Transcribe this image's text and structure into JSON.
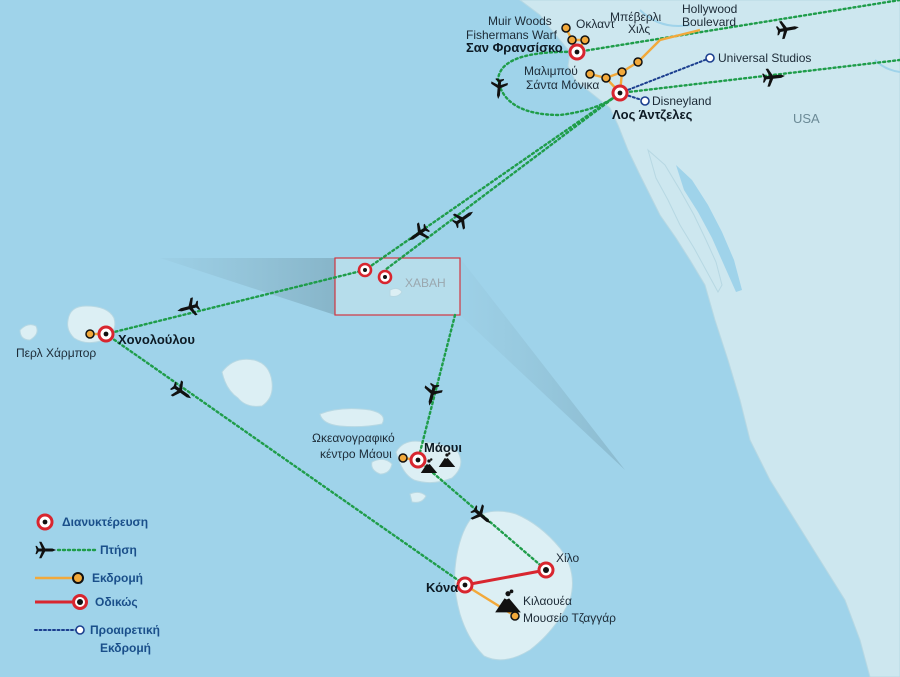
{
  "colors": {
    "sea": "#9fd3ea",
    "land": "#cde7ef",
    "island": "#dceff4",
    "flight": "#1f9d4a",
    "excursion": "#f2a93b",
    "road": "#d8262f",
    "optional": "#1c3f8f",
    "stay": "#d8262f",
    "legend_text": "#1a4f8a"
  },
  "places": {
    "muir_woods": "Muir Woods",
    "oakland": "Οκλαντ",
    "fishermans_wharf": "Fishermans Warf",
    "san_francisco": "Σαν Φρανσίσκο",
    "beverly_hills_1": "Μπέβερλι",
    "beverly_hills_2": "Χιλς",
    "hollywood_1": "Hollywood",
    "hollywood_2": "Boulevard",
    "universal": "Universal Studios",
    "malibu": "Μαλιμπού",
    "santa_monica": "Σάντα Μόνικα",
    "disneyland": "Disneyland",
    "los_angeles": "Λος Άντζελες",
    "usa": "USA",
    "hawaii_box": "ΧΑΒΑΗ",
    "pearl_harbor": "Περλ Χάρμπορ",
    "honolulu": "Χονολούλου",
    "maui_ocean_1": "Ωκεανογραφικό",
    "maui_ocean_2": "κέντρο Μάουι",
    "maui": "Μάουι",
    "hilo": "Χίλο",
    "kona": "Κόνα",
    "kilauea": "Κιλαουέα",
    "sugar_museum": "Μουσείο Τζαγγάρ"
  },
  "legend": {
    "stay": "Διανυκτέρευση",
    "flight": "Πτήση",
    "excursion": "Εκδρομή",
    "road": "Οδικώς",
    "optional_1": "Προαιρετική",
    "optional_2": "Εκδρομή"
  },
  "icons": {
    "plane": "airplane-icon",
    "volcano": "volcano-icon",
    "stay": "overnight-stay-marker",
    "excursion": "excursion-marker",
    "optional": "optional-excursion-marker"
  }
}
